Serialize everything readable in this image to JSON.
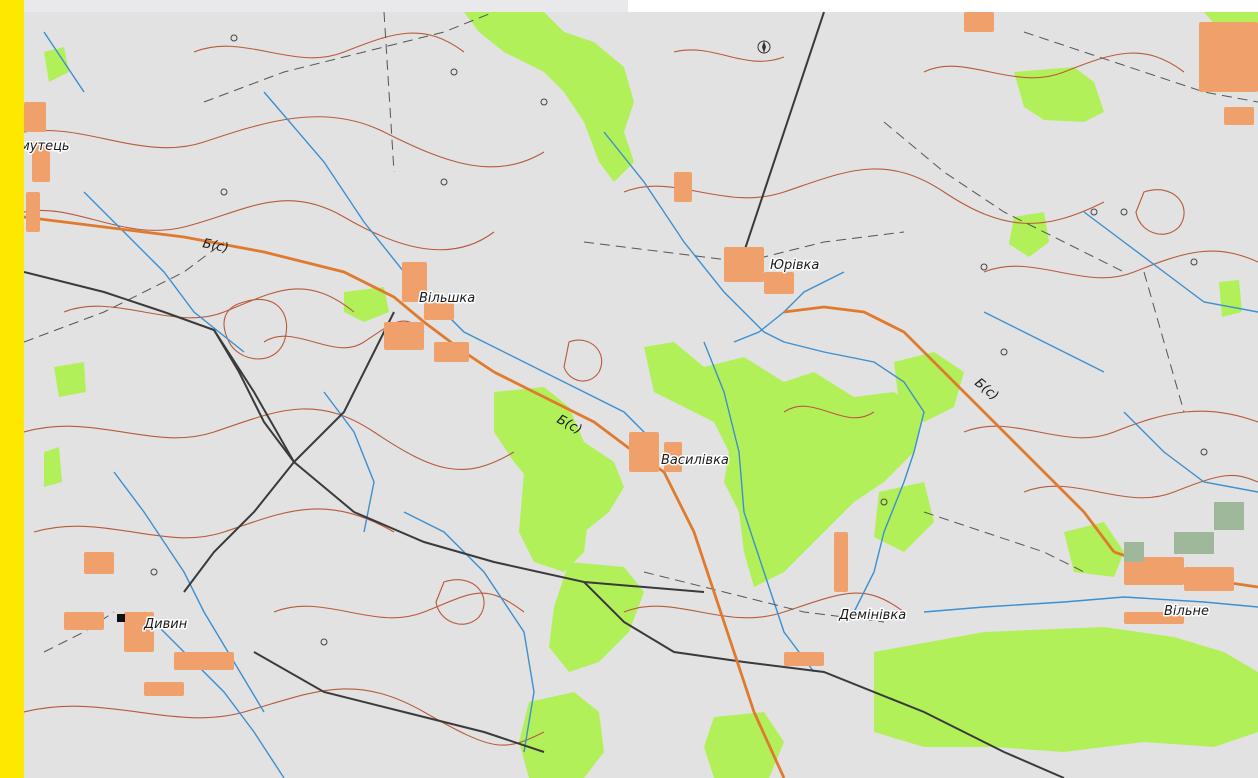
{
  "colors": {
    "side_bar": "#FFE800",
    "map_background": "#E2E2E2",
    "top_strip_left": "#E9E9EB",
    "forest": "#B2F05A",
    "settlement": "#F0A06A",
    "contour": "#B85A3C",
    "river": "#3D8FCF",
    "road_main": "#E07A2E",
    "rail": "#3A3A3A",
    "boundary": "#555555"
  },
  "map": {
    "villages": [
      {
        "id": "vilshka",
        "label": "Вільшка"
      },
      {
        "id": "yurivka",
        "label": "Юрівка"
      },
      {
        "id": "vasylivka",
        "label": "Василівка"
      },
      {
        "id": "dyvyn",
        "label": "Дивин"
      },
      {
        "id": "deminivka",
        "label": "Демінівка"
      },
      {
        "id": "vilne",
        "label": "Вільне"
      },
      {
        "id": "left-edge",
        "label": "мутець"
      }
    ],
    "road_labels": [
      {
        "id": "road-vilshka",
        "label": "Б(с)"
      },
      {
        "id": "road-vasylivka",
        "label": "Б(с)"
      },
      {
        "id": "road-yurivka",
        "label": "Б(с)"
      }
    ],
    "icons": [
      {
        "id": "compass-icon"
      },
      {
        "id": "church-icon"
      }
    ]
  }
}
